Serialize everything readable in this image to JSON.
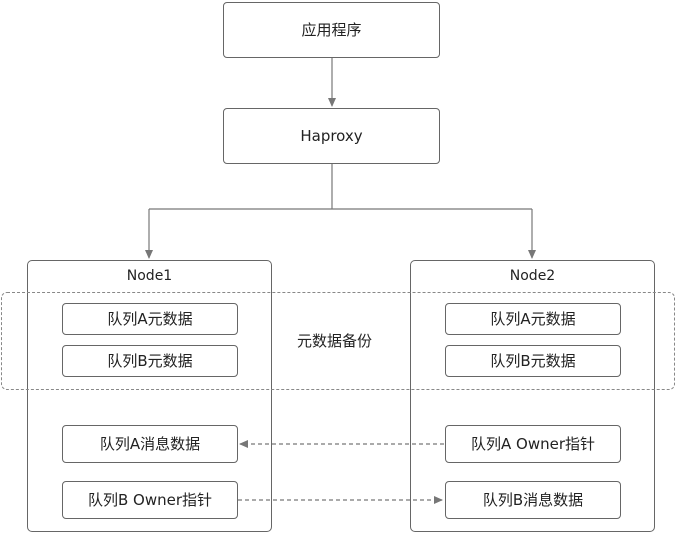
{
  "nodes": {
    "app": "应用程序",
    "haproxy": "Haproxy",
    "node1": {
      "title": "Node1",
      "queue_a_meta": "队列A元数据",
      "queue_b_meta": "队列B元数据",
      "queue_a_msg": "队列A消息数据",
      "queue_b_owner": "队列B Owner指针"
    },
    "node2": {
      "title": "Node2",
      "queue_a_meta": "队列A元数据",
      "queue_b_meta": "队列B元数据",
      "queue_a_owner": "队列A Owner指针",
      "queue_b_msg": "队列B消息数据"
    },
    "metadata_backup": "元数据备份"
  },
  "colors": {
    "line": "#777777",
    "border": "#666666",
    "dashed": "#888888"
  }
}
